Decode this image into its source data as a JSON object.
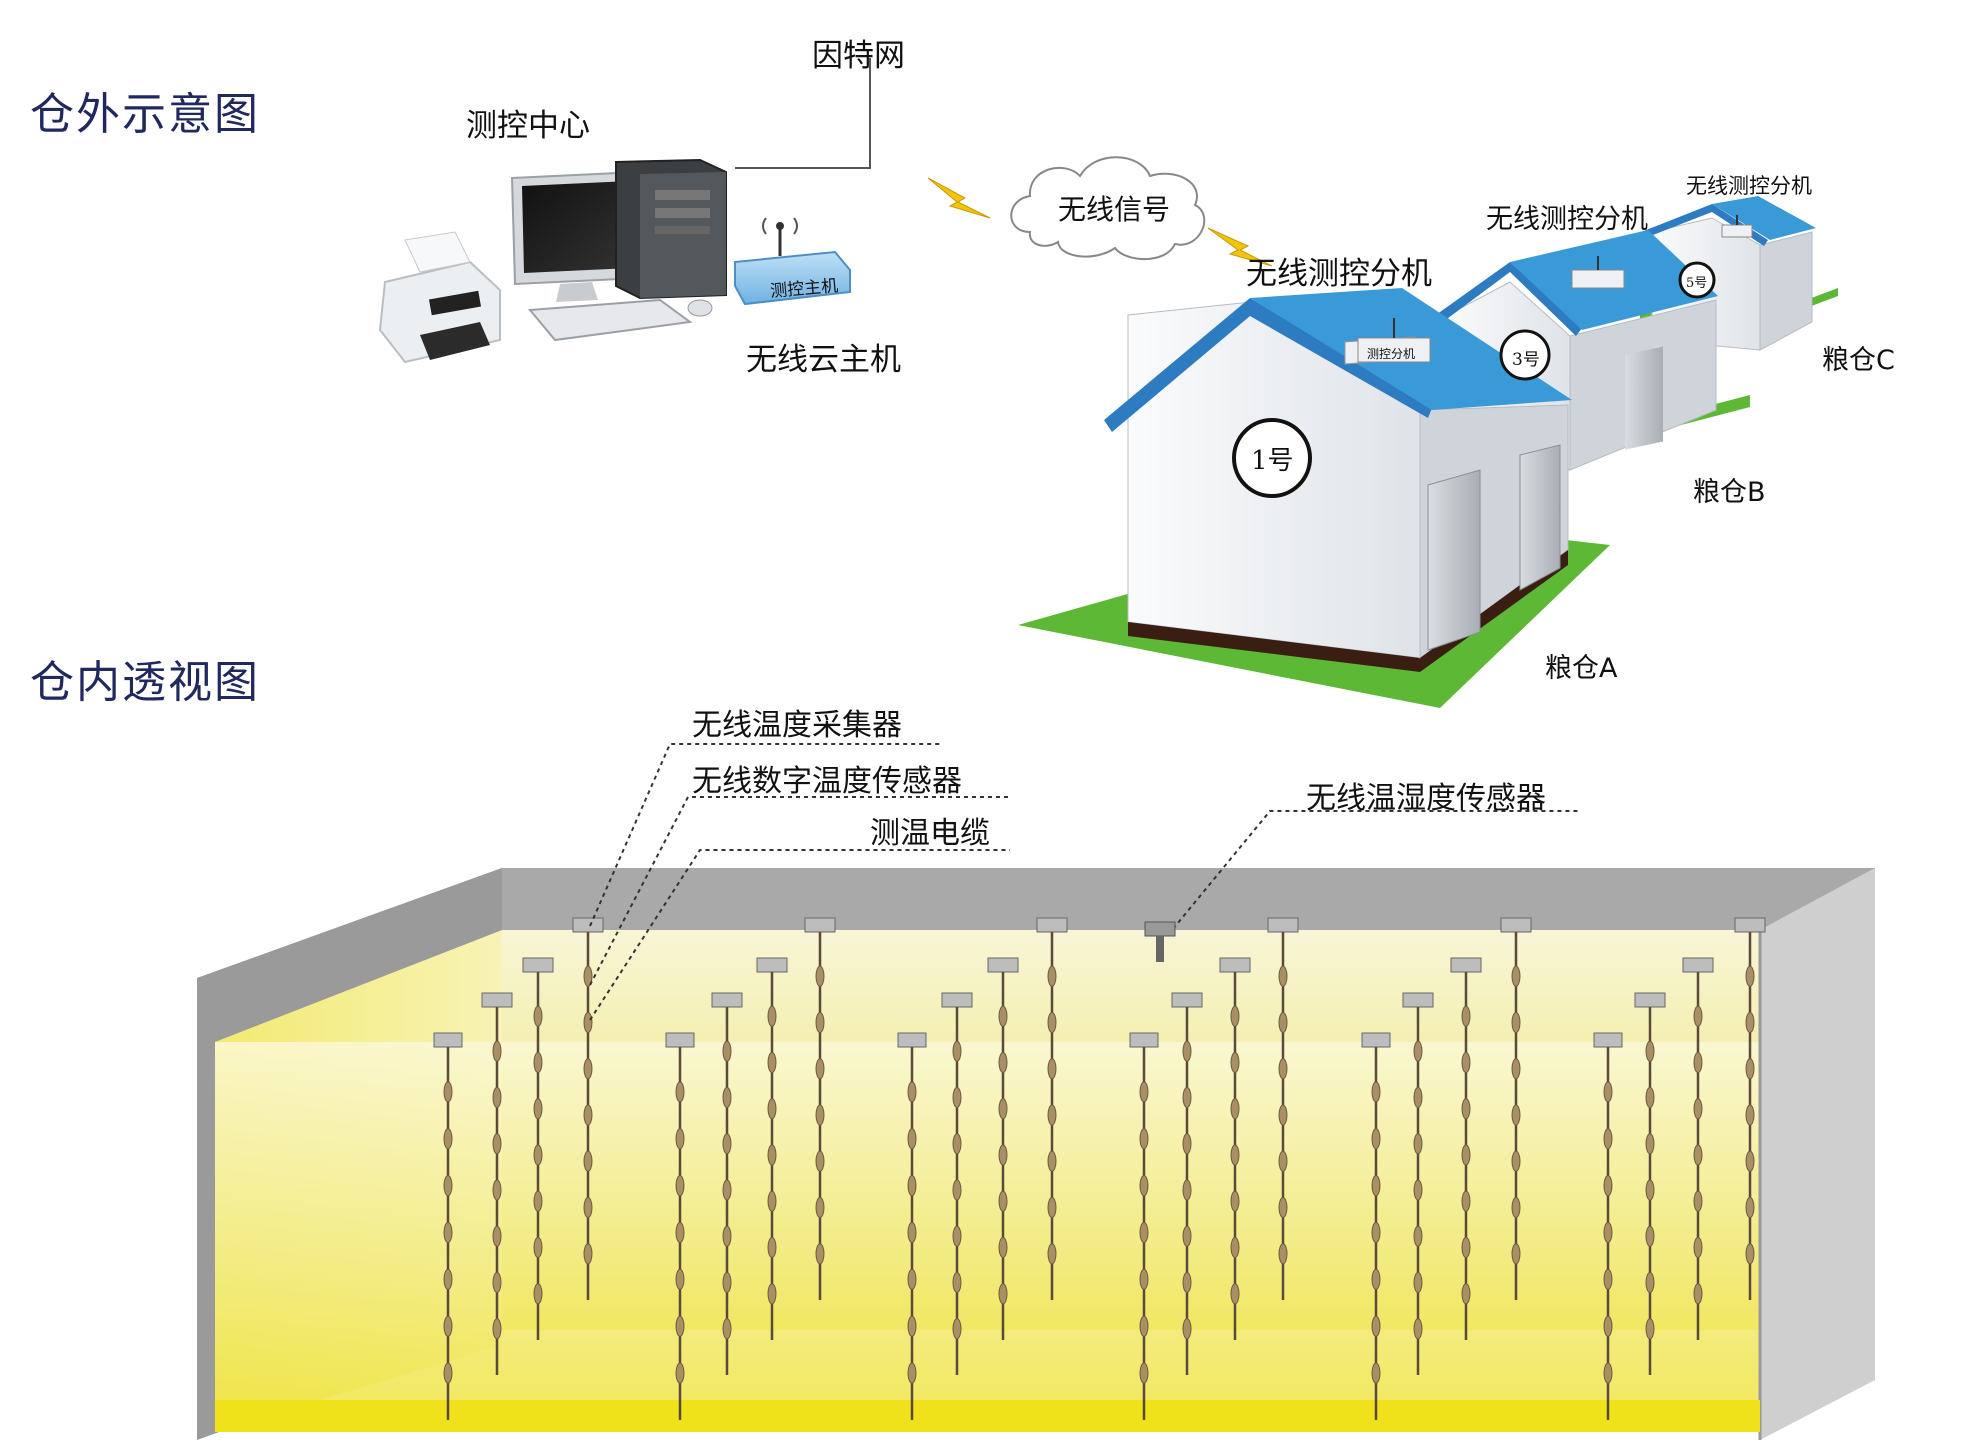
{
  "sections": {
    "outside": "仓外示意图",
    "inside": "仓内透视图"
  },
  "outside": {
    "internet": "因特网",
    "control_center": "测控中心",
    "cloud_host": "无线云主机",
    "host_box_label": "测控主机",
    "wireless_signal": "无线信号",
    "unit_label_a": "无线测控分机",
    "unit_label_b": "无线测控分机",
    "unit_label_c": "无线测控分机",
    "unit_box_label": "测控分机",
    "granaries": [
      {
        "name": "粮仓A",
        "number": "1号"
      },
      {
        "name": "粮仓B",
        "number": "3号"
      },
      {
        "name": "粮仓C",
        "number": "5号"
      }
    ]
  },
  "inside": {
    "collector": "无线温度采集器",
    "digital_sensor": "无线数字温度传感器",
    "cable": "测温电缆",
    "humidity_sensor": "无线温湿度传感器"
  },
  "colors": {
    "title": "#20285e",
    "roof": "#3a9ad8",
    "grass": "#5cb835",
    "wall": "#eef0f3",
    "grain": "#f3ec6a",
    "lightning": "#f2c40a"
  }
}
